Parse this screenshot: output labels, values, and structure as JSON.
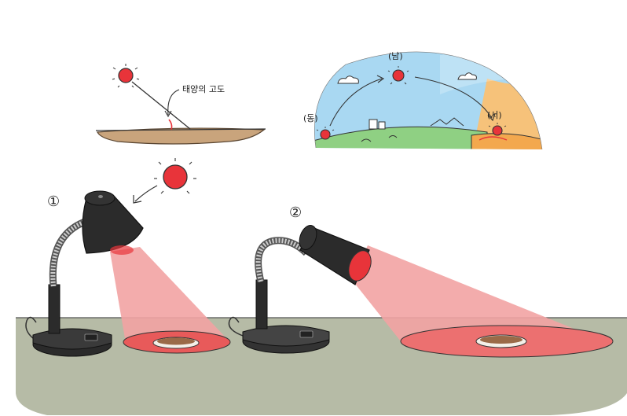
{
  "labels": {
    "altitude": "태양의 고도",
    "south": "(남)",
    "east": "(동)",
    "west": "(서)",
    "lamp1": "①",
    "lamp2": "②"
  },
  "colors": {
    "sun": "#e8343a",
    "beam": "#f2a3a3",
    "beam_spot": "#e85a5a",
    "ground": "#b6bba6",
    "ground_top": "#8f9483",
    "lamp_body": "#2b2b2b",
    "sky": "#a9d8f2",
    "sunset": "#f6c27a",
    "hill": "#8fd083",
    "soil": "#c9a47c"
  }
}
